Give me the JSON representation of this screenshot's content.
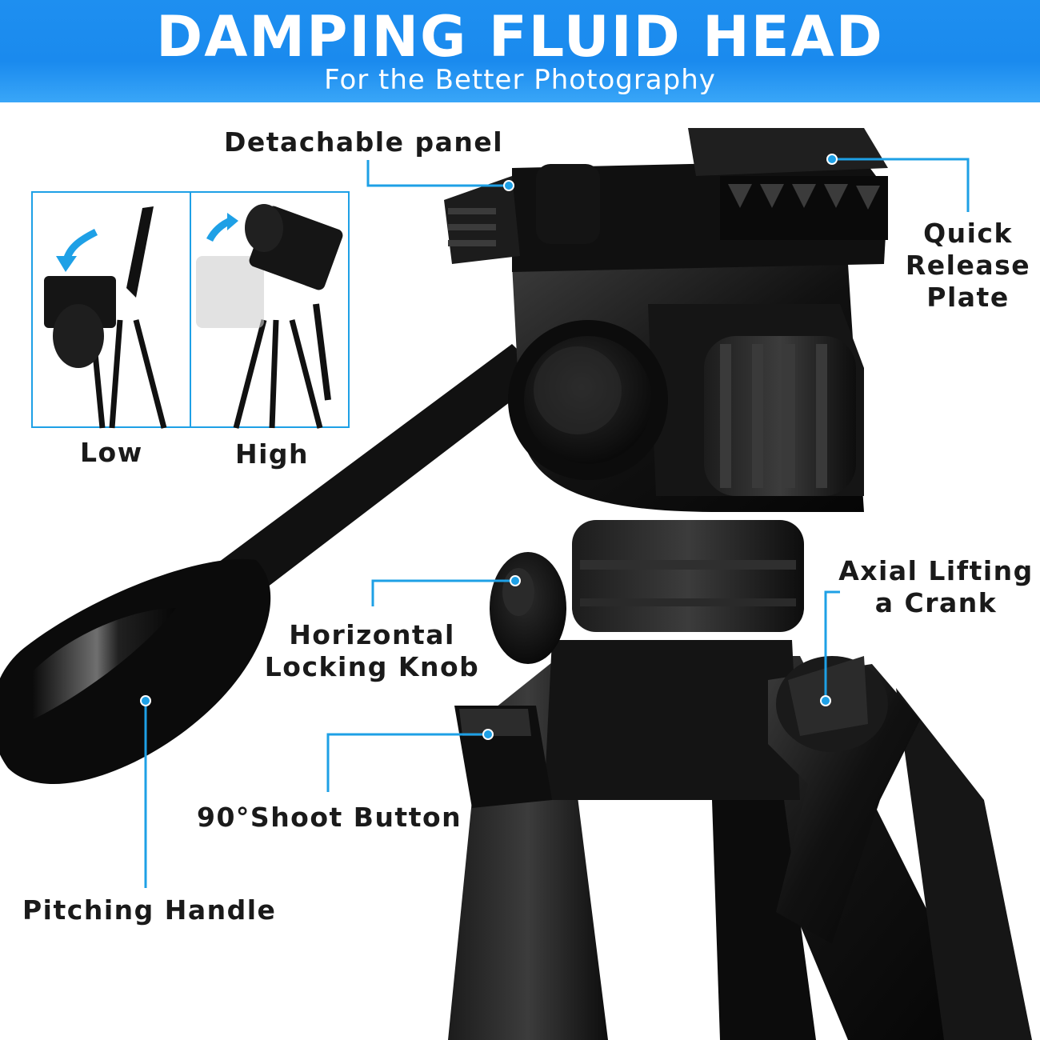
{
  "header": {
    "title": "DAMPING FLUID HEAD",
    "subtitle": "For the Better Photography"
  },
  "inset": {
    "low_label": "Low",
    "high_label": "High"
  },
  "callouts": {
    "detachable_panel": "Detachable panel",
    "quick_release_plate": [
      "Quick",
      "Release",
      "Plate"
    ],
    "horizontal_locking_knob": [
      "Horizontal",
      "Locking Knob"
    ],
    "axial_lifting_crank": [
      "Axial Lifting",
      "a Crank"
    ],
    "shoot_button": "90°Shoot Button",
    "pitching_handle": "Pitching Handle"
  },
  "colors": {
    "accent": "#1ea0e6",
    "banner": "#1a8aee",
    "product": "#111111",
    "text": "#1a1a1a"
  }
}
